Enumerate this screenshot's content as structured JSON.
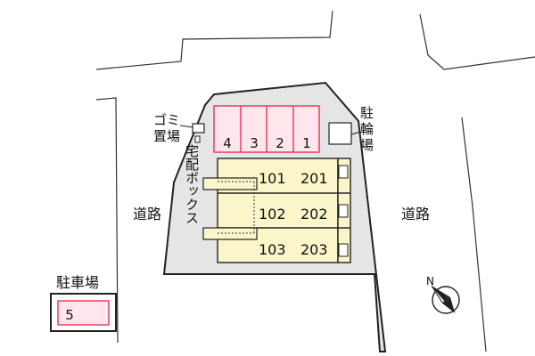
{
  "labels": {
    "garbage": [
      "ゴミ",
      "置場"
    ],
    "bicycle": [
      "駐",
      "輪",
      "場"
    ],
    "delivery_box": "宅配ボックス",
    "road_left": "道路",
    "road_right": "道路",
    "parking": "駐車場",
    "compass": "N"
  },
  "parking_slots": [
    "4",
    "3",
    "2",
    "1"
  ],
  "off_site_slot": "5",
  "units": [
    [
      "101",
      "201"
    ],
    [
      "102",
      "202"
    ],
    [
      "103",
      "203"
    ]
  ],
  "colors": {
    "site_fill": "#e5e5e5",
    "building_fill": "#fbf6c9",
    "parking_fill": "#ffe6ec",
    "parking_line": "#e8335a",
    "line": "#333333"
  }
}
